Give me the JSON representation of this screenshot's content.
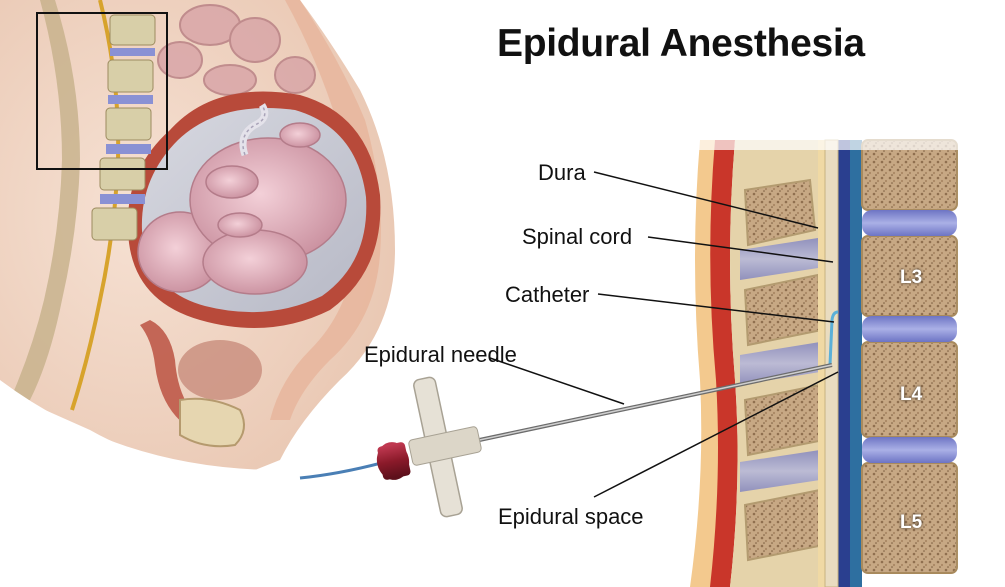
{
  "title": "Epidural Anesthesia",
  "labels": {
    "dura": "Dura",
    "spinal_cord": "Spinal cord",
    "catheter": "Catheter",
    "epidural_needle": "Epidural needle",
    "epidural_space": "Epidural space"
  },
  "vertebrae": {
    "l3": "L3",
    "l4": "L4",
    "l5": "L5"
  },
  "colors": {
    "skin": "#f2d6c4",
    "uterus_wall": "#b84a3a",
    "fetus": "#e6b9c2",
    "bone": "#e6d6b0",
    "disc": "#7f86cf",
    "dura": "#2a3f8f",
    "needle_hub": "#8b1a2a"
  }
}
